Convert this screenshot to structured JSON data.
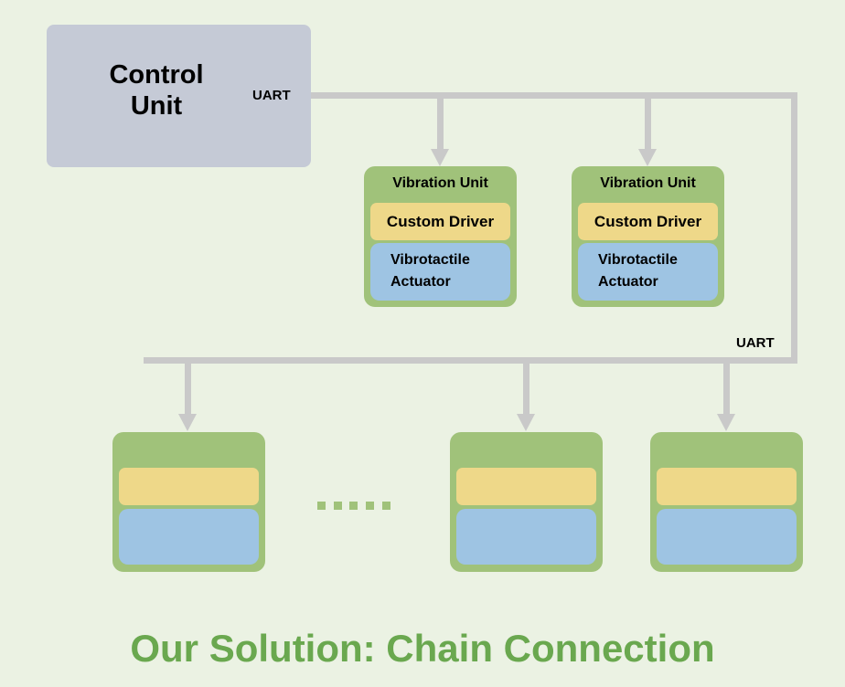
{
  "control_unit": {
    "label_line1": "Control",
    "label_line2": "Unit"
  },
  "bus_labels": {
    "top": "UART",
    "right": "UART"
  },
  "vibration_units_labeled": [
    {
      "title": "Vibration Unit",
      "driver": "Custom Driver",
      "actuator_line1": "Vibrotactile",
      "actuator_line2": "Actuator"
    },
    {
      "title": "Vibration Unit",
      "driver": "Custom Driver",
      "actuator_line1": "Vibrotactile",
      "actuator_line2": "Actuator"
    }
  ],
  "vibration_units_unlabeled_count": 3,
  "ellipsis_dots": 5,
  "colors": {
    "background": "#ebf2e3",
    "control_unit": "#c5cad6",
    "vibration_unit": "#a0c27a",
    "driver": "#eed889",
    "actuator": "#9ec4e3",
    "connector": "#c9c9c9",
    "title": "#6aa84f"
  },
  "caption": "Our Solution: Chain Connection"
}
